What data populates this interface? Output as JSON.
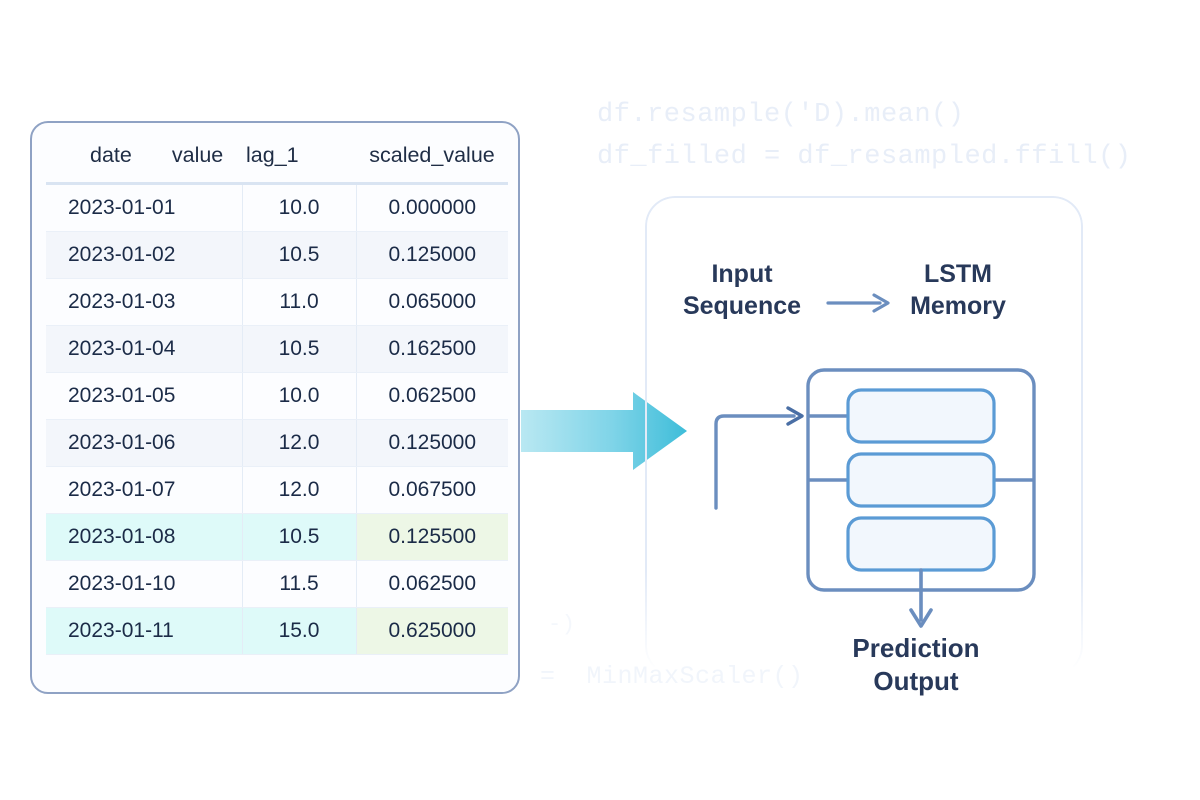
{
  "watermark_code": {
    "line1": "df.resample('D).mean()",
    "line2": "df_filled = df_resampled.ffill()",
    "line3": "=  MinMaxScaler()",
    "line4": "-)",
    "line5": "----"
  },
  "table": {
    "columns": [
      "date",
      "value",
      "lag_1",
      "scaled_value"
    ],
    "header_groups": {
      "left_pair": [
        "date",
        "value"
      ],
      "middle": "lag_1",
      "right": "scaled_value"
    },
    "rows": [
      {
        "date": "2023-01-01",
        "lag_1": "10.0",
        "scaled_value": "0.000000",
        "style": "plain"
      },
      {
        "date": "2023-01-02",
        "lag_1": "10.5",
        "scaled_value": "0.125000",
        "style": "stripe"
      },
      {
        "date": "2023-01-03",
        "lag_1": "11.0",
        "scaled_value": "0.065000",
        "style": "plain"
      },
      {
        "date": "2023-01-04",
        "lag_1": "10.5",
        "scaled_value": "0.162500",
        "style": "stripe"
      },
      {
        "date": "2023-01-05",
        "lag_1": "10.0",
        "scaled_value": "0.062500",
        "style": "plain"
      },
      {
        "date": "2023-01-06",
        "lag_1": "12.0",
        "scaled_value": "0.125000",
        "style": "stripe"
      },
      {
        "date": "2023-01-07",
        "lag_1": "12.0",
        "scaled_value": "0.067500",
        "style": "plain"
      },
      {
        "date": "2023-01-08",
        "lag_1": "10.5",
        "scaled_value": "0.125500",
        "style": "highlight"
      },
      {
        "date": "2023-01-10",
        "lag_1": "11.5",
        "scaled_value": "0.062500",
        "style": "plain"
      },
      {
        "date": "2023-01-11",
        "lag_1": "15.0",
        "scaled_value": "0.625000",
        "style": "highlight"
      }
    ]
  },
  "diagram": {
    "input_label": "Input\nSequence",
    "input_label_line1": "Input",
    "input_label_line2": "Sequence",
    "memory_label_line1": "LSTM",
    "memory_label_line2": "Memory",
    "output_label_line1": "Prediction",
    "output_label_line2": "Output",
    "gate_count": 3
  },
  "colors": {
    "card_border": "#8fa2c4",
    "panel_border": "#e2eaf7",
    "text_dark": "#1f2d45",
    "row_stripe": "#f3f6fb",
    "highlight_cyan": "#defaf9",
    "highlight_green": "#edf7e6",
    "arrow_cyan_light": "#a5e2ef",
    "arrow_cyan_dark": "#3fbcd8",
    "gate_border": "#5b9bd5",
    "gate_fill": "#f2f7fd",
    "connector": "#6b8ebf"
  }
}
